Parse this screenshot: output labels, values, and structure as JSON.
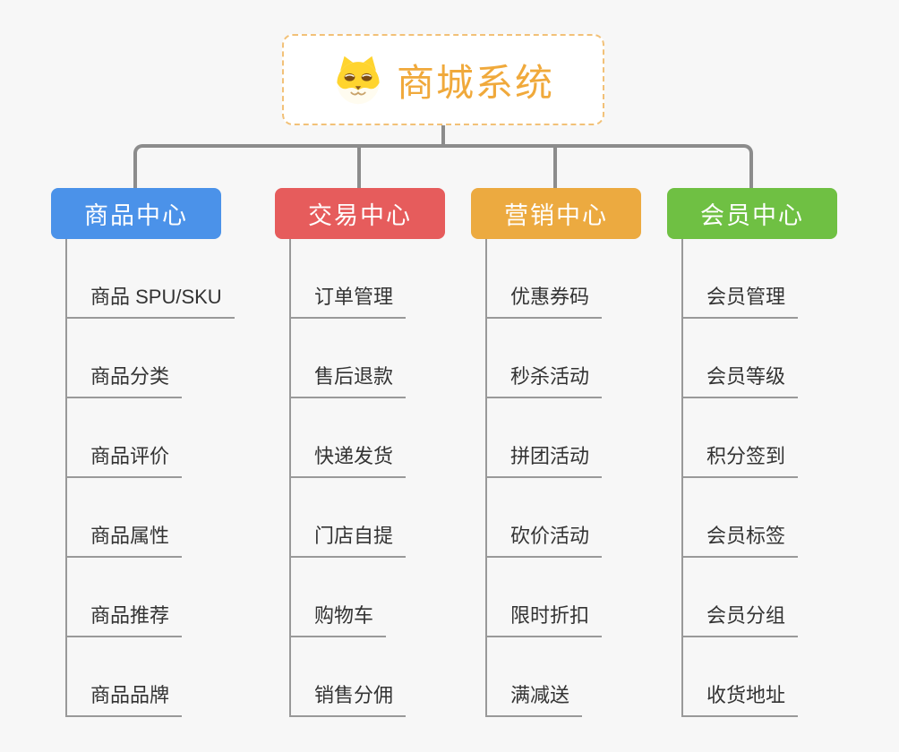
{
  "root": {
    "title": "商城系统",
    "icon": "dog-face-icon",
    "title_color": "#f0a93b",
    "border_color": "#f2c178"
  },
  "connector_color": "#8c8c8c",
  "underline_color": "#999999",
  "background_color": "#f7f7f7",
  "branches": [
    {
      "label": "商品中心",
      "color": "#4b92e9",
      "items": [
        "商品 SPU/SKU",
        "商品分类",
        "商品评价",
        "商品属性",
        "商品推荐",
        "商品品牌"
      ]
    },
    {
      "label": "交易中心",
      "color": "#e65c5c",
      "items": [
        "订单管理",
        "售后退款",
        "快递发货",
        "门店自提",
        "购物车",
        "销售分佣"
      ]
    },
    {
      "label": "营销中心",
      "color": "#ecaa40",
      "items": [
        "优惠券码",
        "秒杀活动",
        "拼团活动",
        "砍价活动",
        "限时折扣",
        "满减送"
      ]
    },
    {
      "label": "会员中心",
      "color": "#6fc043",
      "items": [
        "会员管理",
        "会员等级",
        "积分签到",
        "会员标签",
        "会员分组",
        "收货地址"
      ]
    }
  ]
}
